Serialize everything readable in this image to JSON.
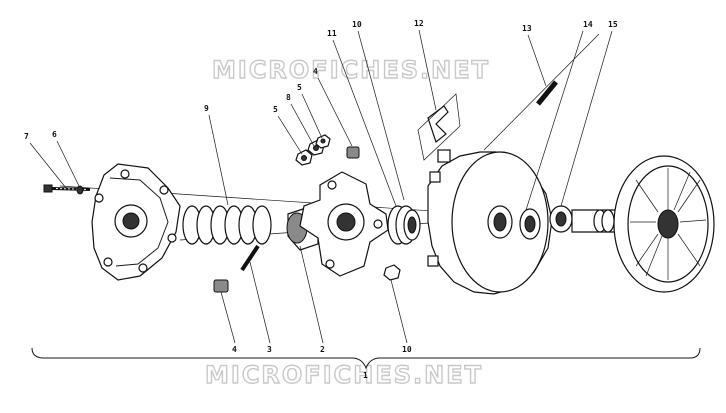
{
  "watermark": {
    "top": "MICROFICHES.NET",
    "bottom": "MICROFICHES.NET"
  },
  "callouts": {
    "c1": "1",
    "c2": "2",
    "c3": "3",
    "c4a": "4",
    "c4b": "4",
    "c5a": "5",
    "c5b": "5",
    "c6": "6",
    "c7": "7",
    "c8": "8",
    "c9": "9",
    "c10a": "10",
    "c10b": "10",
    "c11": "11",
    "c12": "12",
    "c13": "13",
    "c14": "14",
    "c15": "15"
  },
  "colors": {
    "ink": "#111111",
    "watermark": "#c9c9c9",
    "background": "#ffffff"
  }
}
